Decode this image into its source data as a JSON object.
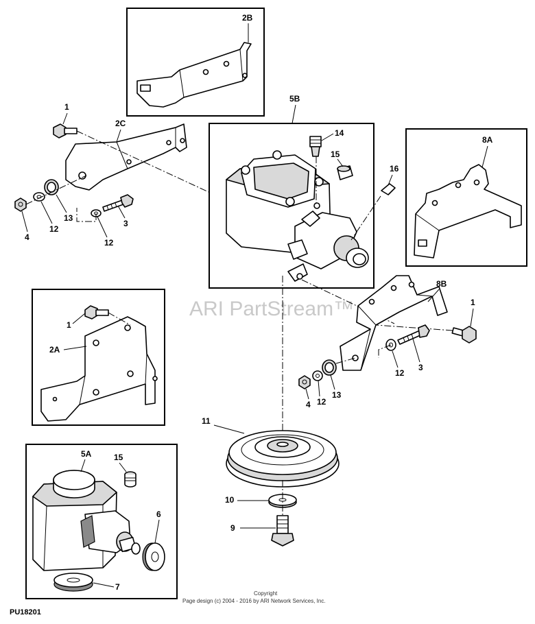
{
  "watermark": "ARI PartStream™",
  "footer": {
    "line1": "Copyright",
    "line2": "Page design (c) 2004 - 2016 by ARI Network Services, Inc."
  },
  "drawing_id": "PU18201",
  "callouts": {
    "c_2B": "2B",
    "c_5B": "5B",
    "c_14": "14",
    "c_15_top": "15",
    "c_16": "16",
    "c_8A": "8A",
    "c_1_topleft": "1",
    "c_2C": "2C",
    "c_4_left": "4",
    "c_12_left_a": "12",
    "c_13_left": "13",
    "c_3_left": "3",
    "c_12_left_b": "12",
    "c_1_inset": "1",
    "c_2A": "2A",
    "c_8B": "8B",
    "c_1_right": "1",
    "c_3_right": "3",
    "c_12_right_a": "12",
    "c_13_right": "13",
    "c_12_right_b": "12",
    "c_4_right": "4",
    "c_11": "11",
    "c_10": "10",
    "c_9": "9",
    "c_5A": "5A",
    "c_15_inset": "15",
    "c_6": "6",
    "c_7": "7"
  }
}
